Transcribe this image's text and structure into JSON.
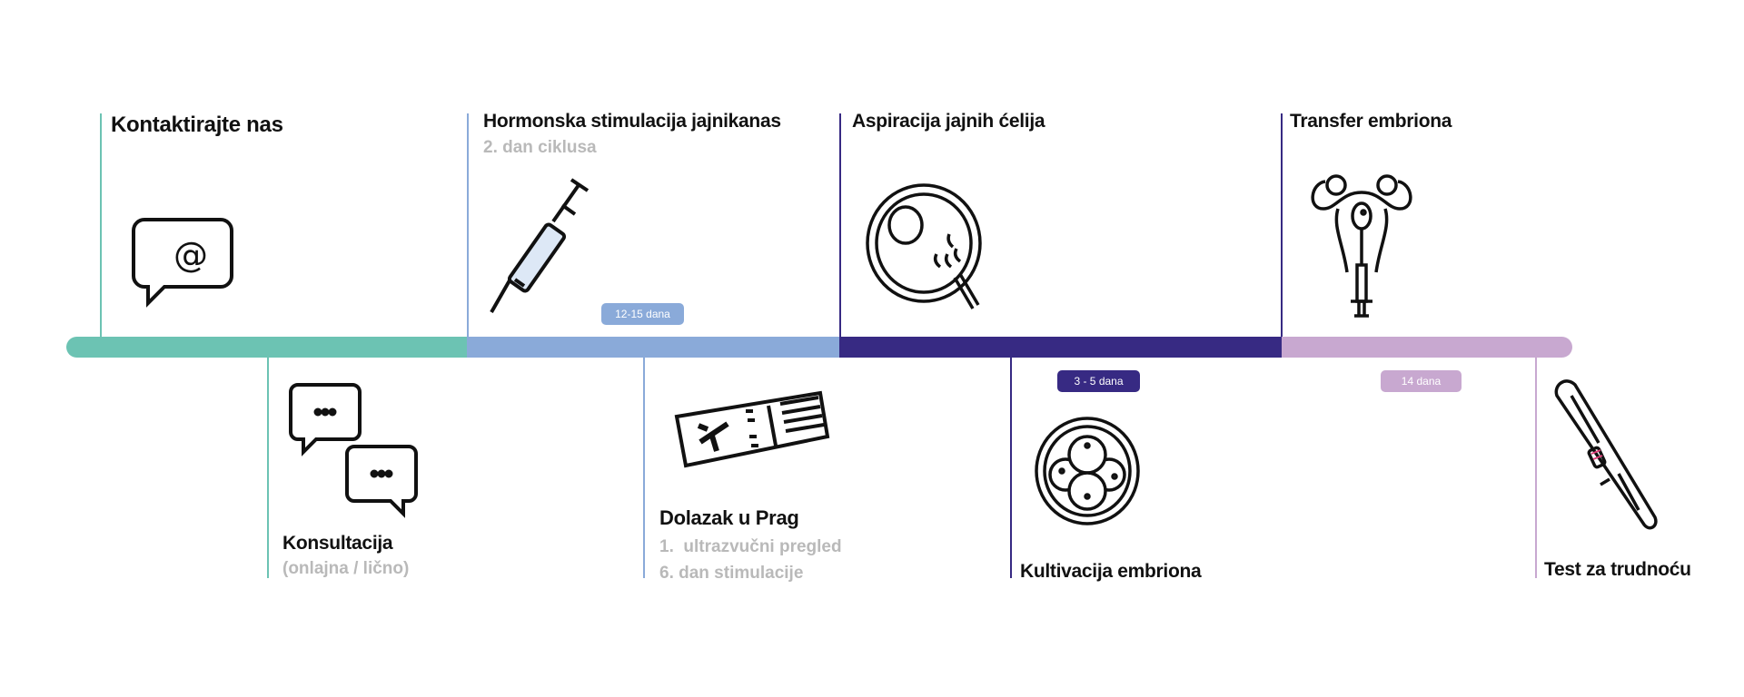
{
  "colors": {
    "contact": "#6cc3b3",
    "stimulation": "#8aaad9",
    "embryo": "#372a83",
    "transfer": "#c8a8d0",
    "muted": "#b9b9b9"
  },
  "steps": {
    "contact": {
      "title": "Kontaktirajte nas",
      "icon": "email-at-bubble-icon"
    },
    "consult": {
      "title": "Konsultacija",
      "sub": "(onlajna / lično)",
      "icon": "chat-bubbles-icon"
    },
    "stimulation": {
      "title": "Hormonska stimulacija jajnikanas",
      "sub": "2. dan ciklusa",
      "icon": "syringe-icon"
    },
    "arrival": {
      "title": "Dolazak u Prag",
      "sub1": "1.  ultrazvučni pregled",
      "sub2": "6. dan stimulacije",
      "icon": "plane-ticket-icon"
    },
    "aspiration": {
      "title": "Aspiracija jajnih ćelija",
      "icon": "petri-dish-egg-icon"
    },
    "cultivation": {
      "title": "Kultivacija embriona",
      "icon": "embryo-dish-icon"
    },
    "transfer": {
      "title": "Transfer embriona",
      "icon": "uterus-icon"
    },
    "test": {
      "title": "Test za trudnoću",
      "icon": "pregnancy-test-icon"
    }
  },
  "badges": {
    "stimulation": "12-15 dana",
    "cultivation": "3 - 5 dana",
    "waiting": "14 dana"
  }
}
